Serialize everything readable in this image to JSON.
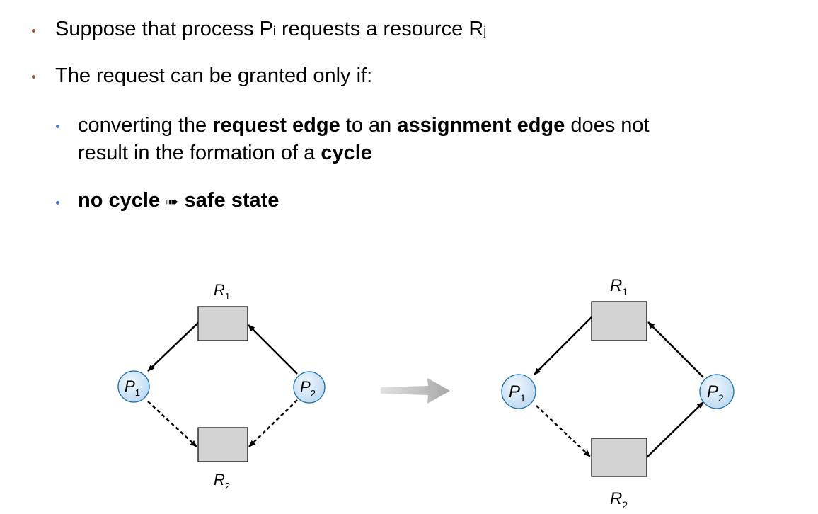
{
  "bullets": [
    {
      "prefix": "Suppose that process P",
      "sub1": "i",
      "middle": " requests a resource R",
      "sub2": "j"
    },
    {
      "text": "The request can be granted only if:"
    }
  ],
  "sub_bullets": [
    {
      "line1_a": "converting the ",
      "line1_b": "request edge",
      "line1_c": " to an ",
      "line1_d": "assignment edge",
      "line1_e": " does not",
      "line2_a": "result in the formation of a ",
      "line2_b": "cycle"
    },
    {
      "a": "no cycle",
      "arrow": "➠",
      "b": "safe state"
    }
  ],
  "graph_left": {
    "R1": {
      "main": "R",
      "sub": "1"
    },
    "R2": {
      "main": "R",
      "sub": "2"
    },
    "P1": {
      "main": "P",
      "sub": "1"
    },
    "P2": {
      "main": "P",
      "sub": "2"
    }
  },
  "graph_right": {
    "R1": {
      "main": "R",
      "sub": "1"
    },
    "R2": {
      "main": "R",
      "sub": "2"
    },
    "P1": {
      "main": "P",
      "sub": "1"
    },
    "P2": {
      "main": "P",
      "sub": "2"
    }
  },
  "colors": {
    "process_fill": "#d6e8f7",
    "resource_fill": "#d3d3d3",
    "transition_arrow": "#b5b5b5"
  }
}
